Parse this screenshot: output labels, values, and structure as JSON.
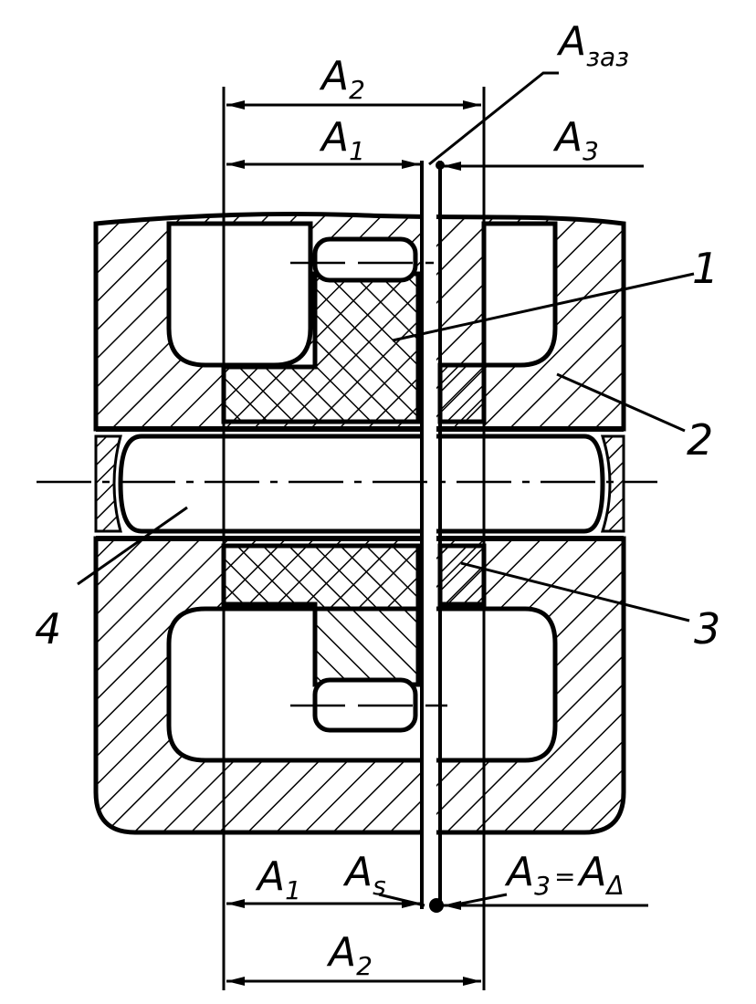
{
  "labels": {
    "a2": {
      "main": "A",
      "sub": "2"
    },
    "a1": {
      "main": "A",
      "sub": "1"
    },
    "a3": {
      "main": "A",
      "sub": "3"
    },
    "a_zaz": {
      "main": "A",
      "sub": "зaз"
    },
    "a1_bottom": {
      "main": "A",
      "sub": "1"
    },
    "a_s": {
      "main": "A",
      "sub": "s"
    },
    "a3_eq": {
      "main": "A",
      "sub": "3",
      "eq": "=",
      "main2": "A",
      "sub2": "Δ"
    },
    "a2_bottom": {
      "main": "A",
      "sub": "2"
    }
  },
  "parts": [
    "1",
    "2",
    "3",
    "4"
  ],
  "colors": {
    "ink": "#000000",
    "paper": "#ffffff"
  }
}
